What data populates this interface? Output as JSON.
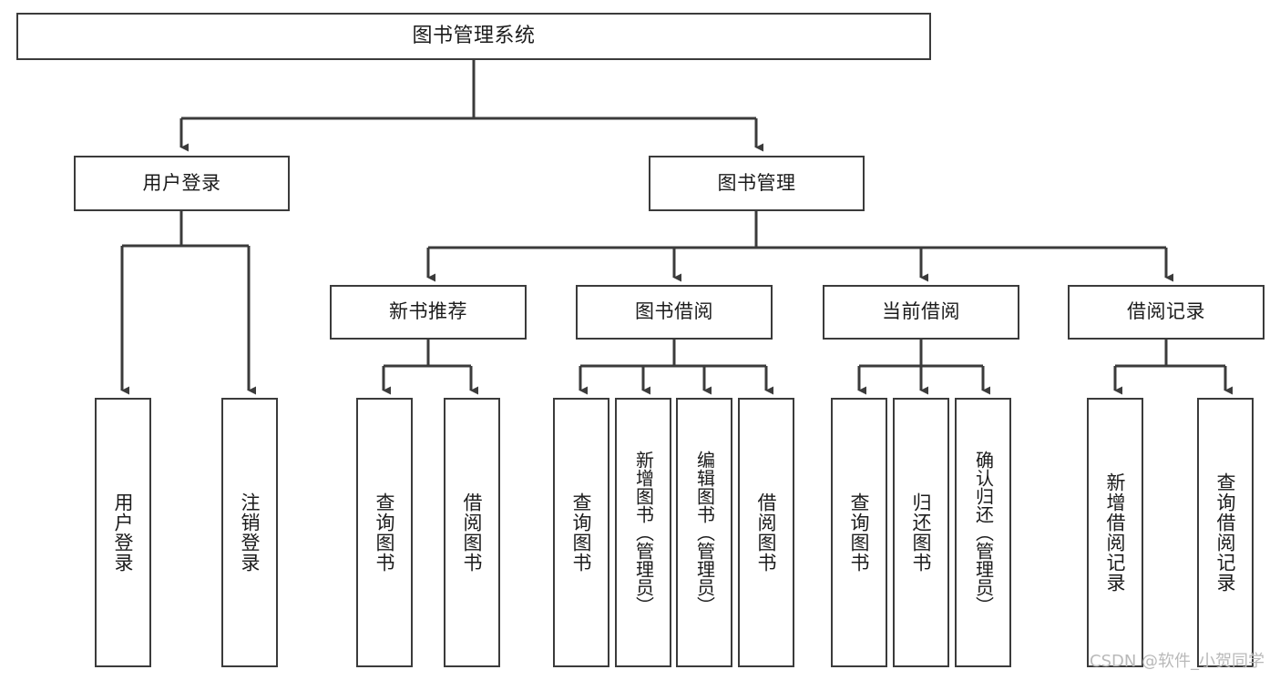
{
  "diagram": {
    "title": "图书管理系统",
    "type": "tree-hierarchy-chart",
    "background_color": "#ffffff",
    "line_color": "#3b3b3b",
    "box_border_color": "#3b3b3b",
    "box_fill_color": "#ffffff",
    "text_color": "#1b1b1b"
  },
  "nodes": {
    "root": {
      "label": "图书管理系统"
    },
    "level2": [
      {
        "label": "用户登录"
      },
      {
        "label": "图书管理"
      }
    ],
    "level3": [
      {
        "label": "新书推荐"
      },
      {
        "label": "图书借阅"
      },
      {
        "label": "当前借阅"
      },
      {
        "label": "借阅记录"
      }
    ],
    "leaves": {
      "user_login": [
        {
          "label": "用户登录"
        },
        {
          "label": "注销登录"
        }
      ],
      "new_book_recommend": [
        {
          "label": "查询图书"
        },
        {
          "label": "借阅图书"
        }
      ],
      "book_borrow": [
        {
          "label": "查询图书"
        },
        {
          "label": "新增图书（管理员）"
        },
        {
          "label": "编辑图书（管理员）"
        },
        {
          "label": "借阅图书"
        }
      ],
      "current_borrow": [
        {
          "label": "查询图书"
        },
        {
          "label": "归还图书"
        },
        {
          "label": "确认归还（管理员）"
        }
      ],
      "borrow_record": [
        {
          "label": "新增借阅记录"
        },
        {
          "label": "查询借阅记录"
        }
      ]
    }
  },
  "watermark": {
    "text": "CSDN @软件_小贺同学"
  }
}
